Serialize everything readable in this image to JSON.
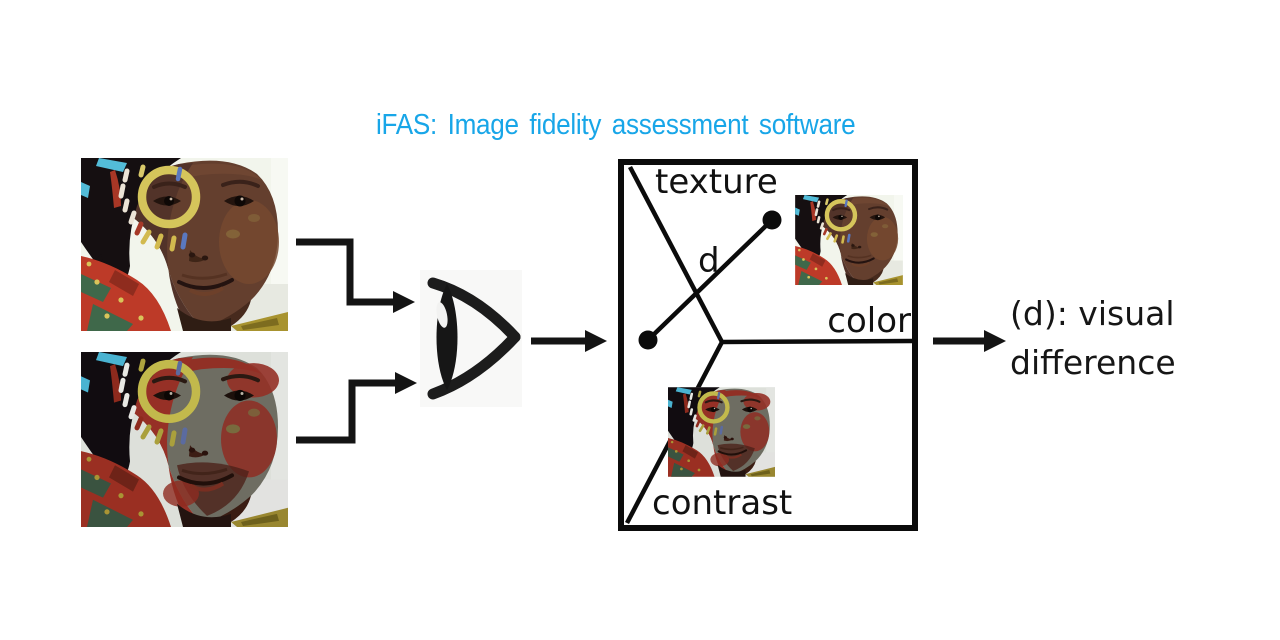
{
  "title": {
    "text": "iFAS: Image fidelity assessment software"
  },
  "colors": {
    "title_accent": "#18a6e8",
    "ink": "#111111",
    "box_border": "#0b0b0b"
  },
  "images": {
    "reference": "child-portrait-reference",
    "distorted": "child-portrait-distorted"
  },
  "icons": {
    "observer": "eye-icon"
  },
  "feature_space": {
    "axis_labels": {
      "texture": "texture",
      "color": "color",
      "contrast": "contrast"
    },
    "distance_label": "d"
  },
  "output": {
    "line1": "(d): visual",
    "line2": "difference"
  }
}
